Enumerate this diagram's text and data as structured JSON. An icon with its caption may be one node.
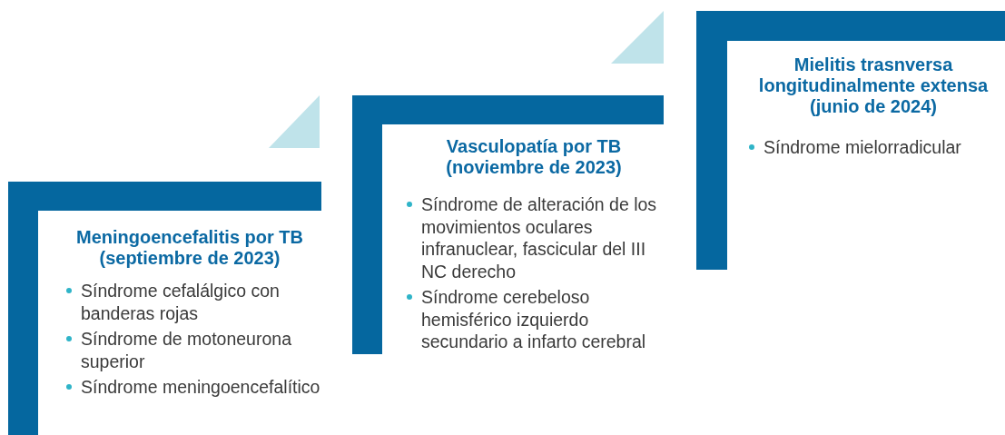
{
  "diagram": {
    "nodes": [
      {
        "text": [
          "Meningoencefalitis por TB (septiembre de 2023)",
          "Síndrome cefalálgico con banderas rojas",
          "Síndrome de motoneurona superior",
          "Síndrome meningoencefalítico"
        ]
      },
      {
        "text": [
          "Vasculopatía por TB (noviembre de 2023)",
          "Síndrome de alteración de los movimientos oculares infranuclear, fascicular del III NC derecho",
          "Síndrome cerebeloso hemisférico izquierdo secundario a infarto cerebral"
        ]
      },
      {
        "text": [
          "Mielitis trasnversa longitudinalmente extensa (junio de 2024)",
          "Síndrome mielorradicular"
        ]
      }
    ]
  }
}
